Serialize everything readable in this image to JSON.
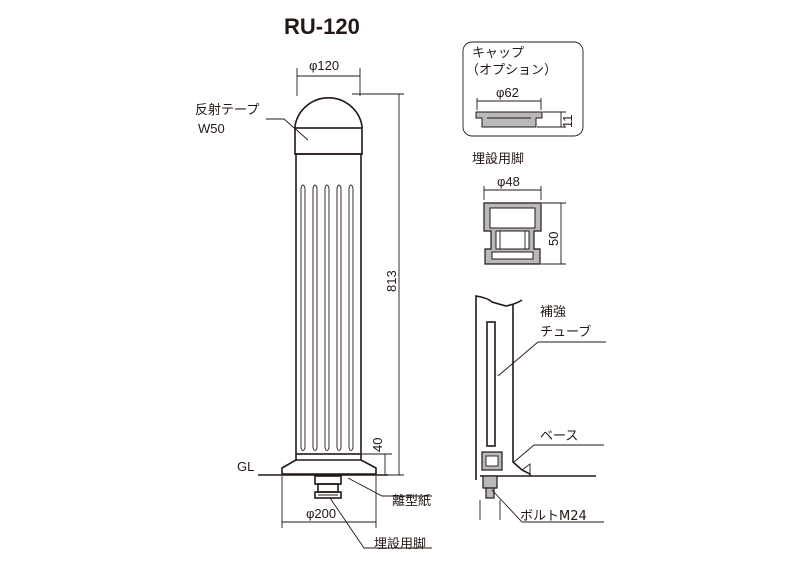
{
  "title": "RU-120",
  "labels": {
    "dia_top": "φ120",
    "reflective_tape": "反射テープ",
    "reflective_width": "W50",
    "height": "813",
    "base_height": "40",
    "ground": "GL",
    "dia_base": "φ200",
    "release_paper": "離型紙",
    "embed_leg": "埋設用脚",
    "cap_title_1": "キャップ",
    "cap_title_2": "（オプション）",
    "cap_dia": "φ62",
    "cap_height": "11",
    "leg_title": "埋設用脚",
    "leg_dia": "φ48",
    "leg_height": "50",
    "tube_1": "補強",
    "tube_2": "チューブ",
    "base": "ベース",
    "bolt": "ボルトM24"
  }
}
